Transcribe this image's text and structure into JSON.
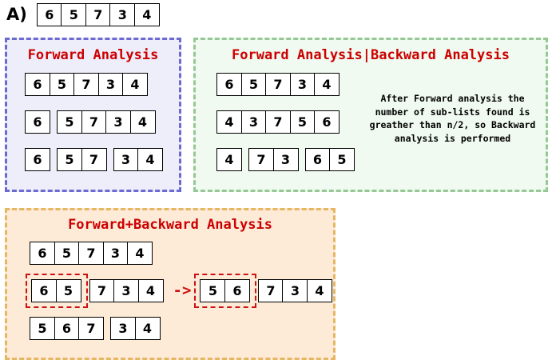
{
  "label": "A)",
  "header_array": [
    "6",
    "5",
    "7",
    "3",
    "4"
  ],
  "panels": {
    "forward": {
      "title": "Forward Analysis",
      "accent_color": "#cc0000",
      "border_color": "#6a6ad0",
      "background_color": "#eeeefb",
      "rows": [
        {
          "groups": [
            [
              "6",
              "5",
              "7",
              "3",
              "4"
            ]
          ]
        },
        {
          "groups": [
            [
              "6"
            ],
            [
              "5",
              "7",
              "3",
              "4"
            ]
          ]
        },
        {
          "groups": [
            [
              "6"
            ],
            [
              "5",
              "7"
            ],
            [
              "3",
              "4"
            ]
          ]
        }
      ]
    },
    "forward_backward": {
      "title": "Forward Analysis|Backward Analysis",
      "accent_color": "#cc0000",
      "border_color": "#96c896",
      "background_color": "#f0faf0",
      "rows": [
        {
          "groups": [
            [
              "6",
              "5",
              "7",
              "3",
              "4"
            ]
          ]
        },
        {
          "groups": [
            [
              "4",
              "3",
              "7",
              "5",
              "6"
            ]
          ]
        },
        {
          "groups": [
            [
              "4"
            ],
            [
              "7",
              "3"
            ],
            [
              "6",
              "5"
            ]
          ]
        }
      ],
      "note": "After Forward analysis the number of sub-lists found is greather than n/2, so Backward analysis is performed"
    },
    "forward_plus_backward": {
      "title": "Forward+Backward Analysis",
      "accent_color": "#cc0000",
      "border_color": "#e6b662",
      "background_color": "#fdebd8",
      "highlight_color": "#cc1111",
      "arrow": "->",
      "row1": {
        "groups": [
          [
            "6",
            "5",
            "7",
            "3",
            "4"
          ]
        ]
      },
      "row2_left": {
        "highlighted": [
          "6",
          "5"
        ],
        "rest": [
          "7",
          "3",
          "4"
        ]
      },
      "row2_right": {
        "highlighted": [
          "5",
          "6"
        ],
        "rest": [
          "7",
          "3",
          "4"
        ]
      },
      "row3": {
        "groups": [
          [
            "5",
            "6",
            "7"
          ],
          [
            "3",
            "4"
          ]
        ]
      }
    }
  }
}
